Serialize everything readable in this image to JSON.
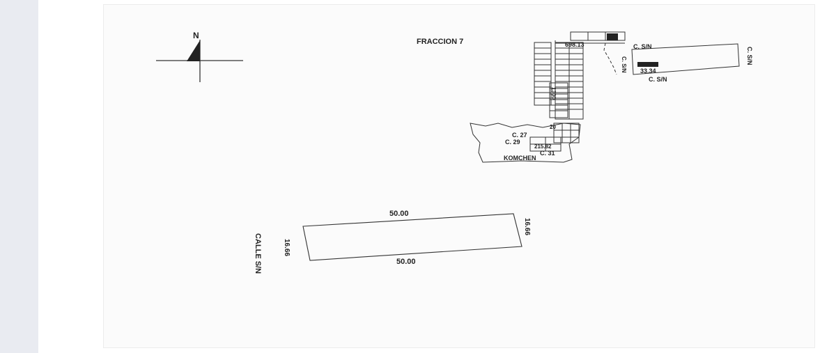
{
  "compass": {
    "north": "N"
  },
  "location_map": {
    "title": "FRACCION 7",
    "dimension_long": "698.13",
    "dimension_vertical": "1300",
    "parcel_distance": "33.34",
    "street_top": "C. S/N",
    "street_right": "C. S/N",
    "street_left": "C. S/N",
    "street_bottom": "C. S/N",
    "street_c27": "C. 27",
    "street_c29": "C. 29",
    "street_c31": "C. 31",
    "street_c20": "20",
    "street_c23": "215.82",
    "town": "KOMCHEN"
  },
  "lot": {
    "top_length": "50.00",
    "bottom_length": "50.00",
    "left_width": "16.66",
    "right_width": "16.66",
    "street": "CALLE S/N"
  },
  "colors": {
    "ink": "#222222",
    "frame": "#fbfbfb",
    "rail": "#e9ebf1"
  }
}
